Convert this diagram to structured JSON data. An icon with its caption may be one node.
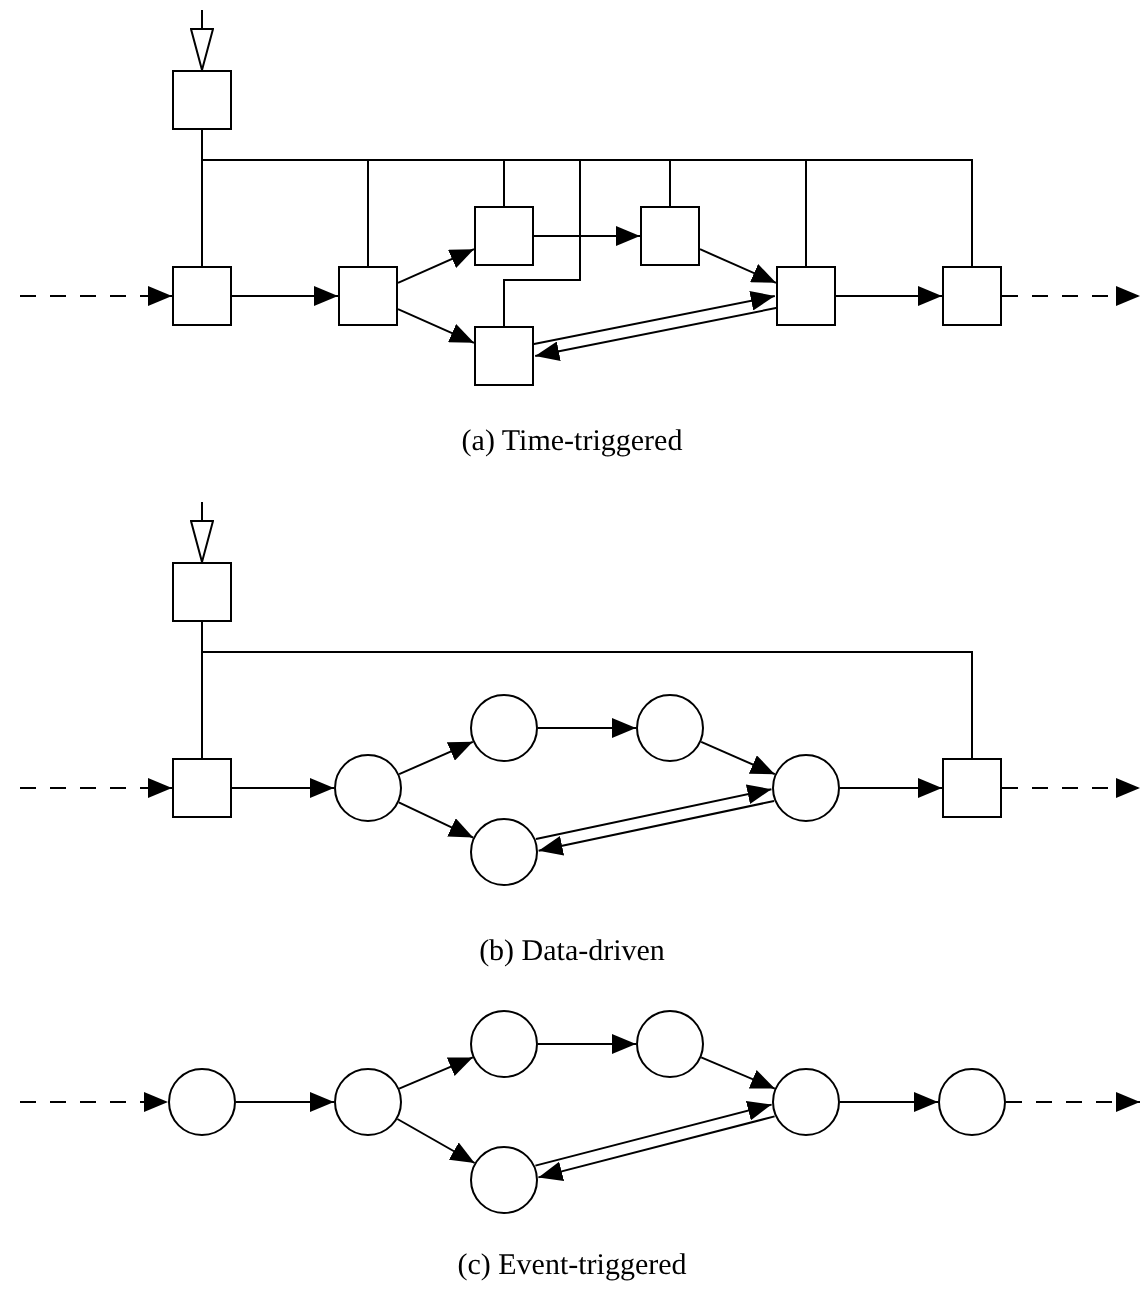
{
  "diagram": {
    "nodes": [
      {
        "text": [],
        "shape": "box"
      },
      {
        "text": [],
        "shape": "box"
      },
      {
        "text": [],
        "shape": "box"
      },
      {
        "text": [],
        "shape": "box"
      },
      {
        "text": [],
        "shape": "box"
      },
      {
        "text": [],
        "shape": "box"
      },
      {
        "text": [],
        "shape": "box"
      },
      {
        "text": [],
        "shape": "box"
      },
      {
        "text": [],
        "shape": "box"
      },
      {
        "text": [],
        "shape": "box"
      },
      {
        "text": [],
        "shape": "circle"
      },
      {
        "text": [],
        "shape": "circle"
      },
      {
        "text": [],
        "shape": "circle"
      },
      {
        "text": [],
        "shape": "circle"
      },
      {
        "text": [],
        "shape": "circle"
      },
      {
        "text": [],
        "shape": "box"
      },
      {
        "text": [],
        "shape": "circle"
      },
      {
        "text": [],
        "shape": "circle"
      },
      {
        "text": [],
        "shape": "circle"
      },
      {
        "text": [],
        "shape": "circle"
      },
      {
        "text": [],
        "shape": "circle"
      },
      {
        "text": [],
        "shape": "circle"
      },
      {
        "text": [],
        "shape": "circle"
      }
    ],
    "edges": [
      {
        "from": null,
        "to": 0,
        "arrow": "to"
      },
      {
        "from": null,
        "to": 1,
        "arrow": "to",
        "style": "dashed"
      },
      {
        "from": 1,
        "to": 2,
        "arrow": "to"
      },
      {
        "from": 2,
        "to": 3,
        "arrow": "to"
      },
      {
        "from": 2,
        "to": 4,
        "arrow": "to"
      },
      {
        "from": 3,
        "to": 5,
        "arrow": "to"
      },
      {
        "from": 5,
        "to": 6,
        "arrow": "to"
      },
      {
        "from": 4,
        "to": 6,
        "arrow": "to"
      },
      {
        "from": 6,
        "to": 4,
        "arrow": "to"
      },
      {
        "from": 6,
        "to": 7,
        "arrow": "to"
      },
      {
        "from": 7,
        "to": null,
        "arrow": "to",
        "style": "dashed"
      },
      {
        "from": 0,
        "to": 1,
        "arrow": "none"
      },
      {
        "from": 0,
        "to": 2,
        "arrow": "none"
      },
      {
        "from": 0,
        "to": 3,
        "arrow": "none"
      },
      {
        "from": 0,
        "to": 4,
        "arrow": "none"
      },
      {
        "from": 0,
        "to": 5,
        "arrow": "none"
      },
      {
        "from": 0,
        "to": 6,
        "arrow": "none"
      },
      {
        "from": 0,
        "to": 7,
        "arrow": "none"
      },
      {
        "from": null,
        "to": 8,
        "arrow": "to"
      },
      {
        "from": null,
        "to": 9,
        "arrow": "to",
        "style": "dashed"
      },
      {
        "from": 9,
        "to": 10,
        "arrow": "to"
      },
      {
        "from": 10,
        "to": 11,
        "arrow": "to"
      },
      {
        "from": 10,
        "to": 12,
        "arrow": "to"
      },
      {
        "from": 11,
        "to": 13,
        "arrow": "to"
      },
      {
        "from": 13,
        "to": 14,
        "arrow": "to"
      },
      {
        "from": 12,
        "to": 14,
        "arrow": "to"
      },
      {
        "from": 14,
        "to": 12,
        "arrow": "to"
      },
      {
        "from": 14,
        "to": 15,
        "arrow": "to"
      },
      {
        "from": 15,
        "to": null,
        "arrow": "to",
        "style": "dashed"
      },
      {
        "from": 8,
        "to": 9,
        "arrow": "none"
      },
      {
        "from": 8,
        "to": 15,
        "arrow": "none"
      },
      {
        "from": null,
        "to": 16,
        "arrow": "to",
        "style": "dashed"
      },
      {
        "from": 16,
        "to": 17,
        "arrow": "to"
      },
      {
        "from": 17,
        "to": 18,
        "arrow": "to"
      },
      {
        "from": 17,
        "to": 19,
        "arrow": "to"
      },
      {
        "from": 18,
        "to": 20,
        "arrow": "to"
      },
      {
        "from": 20,
        "to": 21,
        "arrow": "to"
      },
      {
        "from": 19,
        "to": 21,
        "arrow": "to"
      },
      {
        "from": 21,
        "to": 19,
        "arrow": "to"
      },
      {
        "from": 21,
        "to": 22,
        "arrow": "to"
      },
      {
        "from": 22,
        "to": null,
        "arrow": "to",
        "style": "dashed"
      }
    ],
    "labels": [
      "(a) Time-triggered",
      "(b) Data-driven",
      "(c) Event-triggered"
    ]
  }
}
